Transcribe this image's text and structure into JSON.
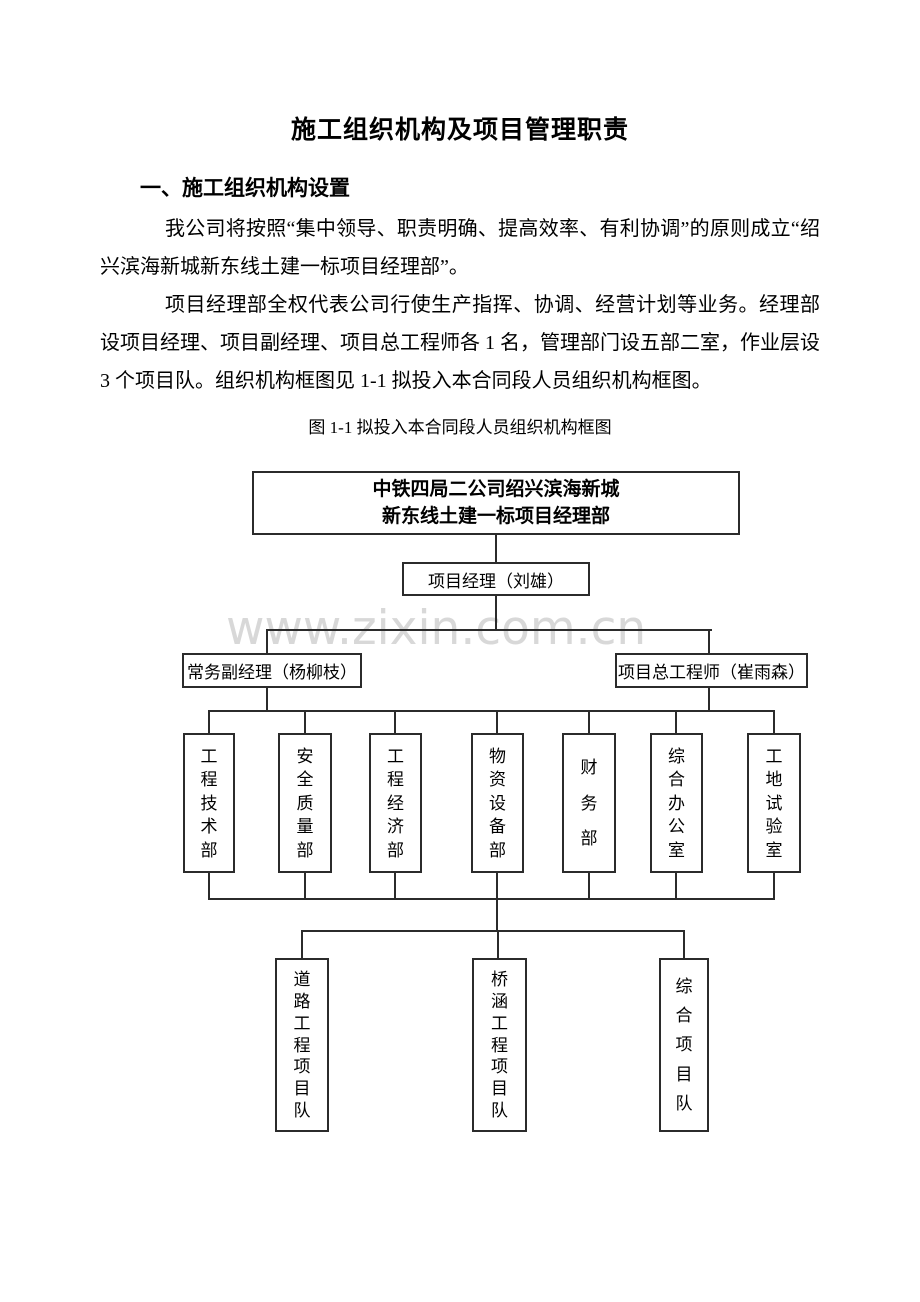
{
  "document": {
    "title": "施工组织机构及项目管理职责",
    "section_heading": "一、施工组织机构设置",
    "paragraphs": [
      "我公司将按照“集中领导、职责明确、提高效率、有利协调”的原则成立“绍兴滨海新城新东线土建一标项目经理部”。",
      "项目经理部全权代表公司行使生产指挥、协调、经营计划等业务。经理部设项目经理、项目副经理、项目总工程师各 1 名，管理部门设五部二室，作业层设 3 个项目队。组织机构框图见 1-1 拟投入本合同段人员组织机构框图。"
    ],
    "figure_caption": "图 1-1 拟投入本合同段人员组织机构框图",
    "watermark": "www.zixin.com.cn"
  },
  "org_chart": {
    "root_line1": "中铁四局二公司绍兴滨海新城",
    "root_line2": "新东线土建一标项目经理部",
    "project_manager": "项目经理（刘雄）",
    "deputy_manager": "常务副经理（杨柳枝）",
    "chief_engineer": "项目总工程师（崔雨森）",
    "departments": [
      "工程技术部",
      "安全质量部",
      "工程经济部",
      "物资设备部",
      "财务部",
      "综合办公室",
      "工地试验室"
    ],
    "teams": [
      "道路工程项目队",
      "桥涵工程项目队",
      "综合项目队"
    ]
  },
  "colors": {
    "line": "#2b2b2b",
    "text": "#000000",
    "watermark": "#d8d8d8",
    "background": "#ffffff"
  }
}
